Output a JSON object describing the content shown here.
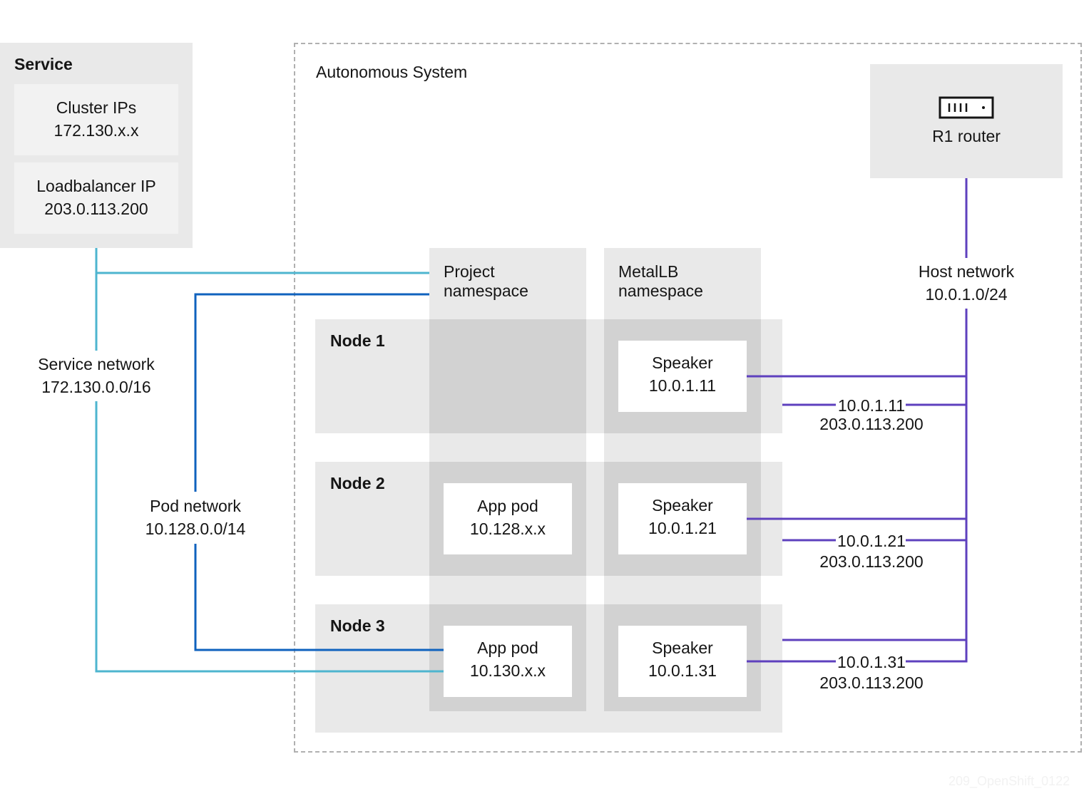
{
  "service": {
    "title": "Service",
    "cluster_ips": {
      "label": "Cluster IPs",
      "value": "172.130.x.x"
    },
    "loadbalancer_ip": {
      "label": "Loadbalancer IP",
      "value": "203.0.113.200"
    }
  },
  "autonomous_system": {
    "title": "Autonomous System"
  },
  "router": {
    "label": "R1 router",
    "icon": "router-icon"
  },
  "namespaces": {
    "project": {
      "line1": "Project",
      "line2": "namespace"
    },
    "metallb": {
      "line1": "MetalLB",
      "line2": "namespace"
    }
  },
  "host_network": {
    "label": "Host network",
    "cidr": "10.0.1.0/24"
  },
  "service_network": {
    "label": "Service network",
    "cidr": "172.130.0.0/16"
  },
  "pod_network": {
    "label": "Pod network",
    "cidr": "10.128.0.0/14"
  },
  "nodes": [
    {
      "label": "Node 1",
      "speaker": {
        "label": "Speaker",
        "ip": "10.0.1.11"
      },
      "route": {
        "ip": "10.0.1.11",
        "lb": "203.0.113.200"
      }
    },
    {
      "label": "Node 2",
      "app_pod": {
        "label": "App pod",
        "ip": "10.128.x.x"
      },
      "speaker": {
        "label": "Speaker",
        "ip": "10.0.1.21"
      },
      "route": {
        "ip": "10.0.1.21",
        "lb": "203.0.113.200"
      }
    },
    {
      "label": "Node 3",
      "app_pod": {
        "label": "App pod",
        "ip": "10.130.x.x"
      },
      "speaker": {
        "label": "Speaker",
        "ip": "10.0.1.31"
      },
      "route": {
        "ip": "10.0.1.31",
        "lb": "203.0.113.200"
      }
    }
  ],
  "colors": {
    "service_network": "#4eb5cf",
    "pod_network": "#0f62be",
    "host_network": "#5e40be",
    "grey_light": "#e9e9e9",
    "grey_mid": "#d2d2d2"
  },
  "watermark": "209_OpenShift_0122"
}
